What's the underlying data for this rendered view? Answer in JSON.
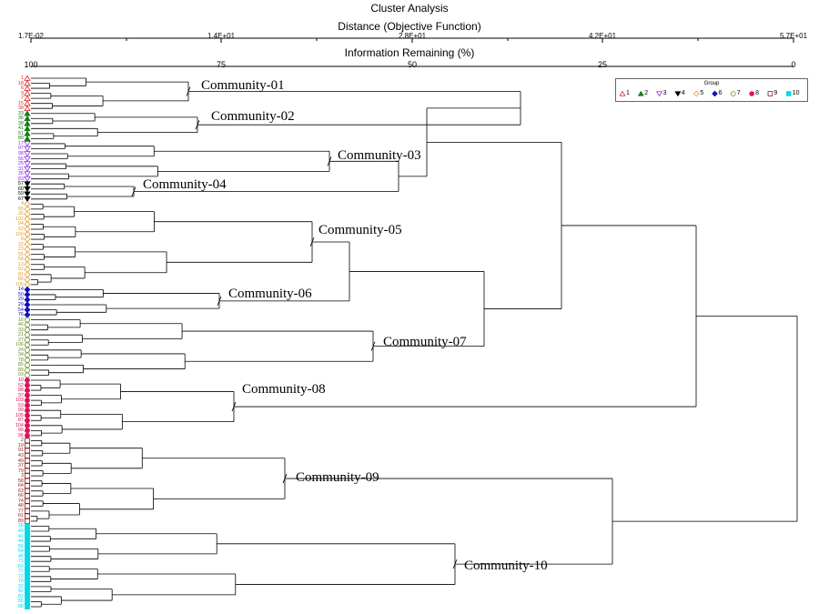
{
  "title": "Cluster Analysis",
  "distance_axis": {
    "label": "Distance (Objective Function)",
    "ticks": [
      "1.7E-02",
      "1.4E+01",
      "2.8E+01",
      "4.2E+01",
      "5.7E+01"
    ]
  },
  "info_axis": {
    "label": "Information Remaining (%)",
    "ticks": [
      "100",
      "75",
      "50",
      "25",
      "0"
    ]
  },
  "legend": {
    "title": "Group",
    "items": [
      {
        "label": "1",
        "symbol": "triangle-open-icon",
        "color": "#e02020"
      },
      {
        "label": "2",
        "symbol": "triangle-filled-icon",
        "color": "#1a7a1a"
      },
      {
        "label": "3",
        "symbol": "triangle-down-open-icon",
        "color": "#8a2be2"
      },
      {
        "label": "4",
        "symbol": "triangle-down-filled-icon",
        "color": "#000000"
      },
      {
        "label": "5",
        "symbol": "diamond-open-icon",
        "color": "#e0a030"
      },
      {
        "label": "6",
        "symbol": "diamond-filled-icon",
        "color": "#1010c0"
      },
      {
        "label": "7",
        "symbol": "circle-open-icon",
        "color": "#6b8e23"
      },
      {
        "label": "8",
        "symbol": "circle-filled-icon",
        "color": "#e0105a"
      },
      {
        "label": "9",
        "symbol": "square-open-icon",
        "color": "#8b1a1a"
      },
      {
        "label": "10",
        "symbol": "square-filled-icon",
        "color": "#00d8e8"
      }
    ]
  },
  "communities": [
    {
      "label": "Community-01"
    },
    {
      "label": "Community-02"
    },
    {
      "label": "Community-03"
    },
    {
      "label": "Community-04"
    },
    {
      "label": "Community-05"
    },
    {
      "label": "Community-06"
    },
    {
      "label": "Community-07"
    },
    {
      "label": "Community-08"
    },
    {
      "label": "Community-09"
    },
    {
      "label": "Community-10"
    }
  ],
  "leaf_groups": [
    {
      "group": 1,
      "labels": [
        "1",
        "18",
        "6",
        "9",
        "7",
        "15",
        "30"
      ]
    },
    {
      "group": 2,
      "labels": [
        "33",
        "36",
        "38",
        "41",
        "51",
        "80"
      ]
    },
    {
      "group": 3,
      "labels": [
        "17",
        "97",
        "98",
        "56",
        "25",
        "31",
        "35",
        "83"
      ]
    },
    {
      "group": 4,
      "labels": [
        "57",
        "60",
        "59",
        "67"
      ]
    },
    {
      "group": 5,
      "labels": [
        "4",
        "65",
        "26",
        "102",
        "94",
        "62",
        "100",
        "8",
        "22",
        "23",
        "55",
        "58",
        "13",
        "52",
        "81",
        "86",
        "105"
      ]
    },
    {
      "group": 6,
      "labels": [
        "14",
        "50",
        "20",
        "29",
        "54",
        "76"
      ]
    },
    {
      "group": 7,
      "labels": [
        "16",
        "46",
        "33",
        "21",
        "27",
        "106",
        "24",
        "34",
        "78",
        "85",
        "89",
        "93"
      ]
    },
    {
      "group": 8,
      "labels": [
        "10",
        "52",
        "88",
        "37",
        "103",
        "53",
        "99",
        "105",
        "87",
        "104",
        "90",
        "96"
      ]
    },
    {
      "group": 9,
      "labels": [
        "2",
        "19",
        "91",
        "43",
        "49",
        "37",
        "79",
        "3",
        "58",
        "64",
        "63",
        "66",
        "74",
        "48",
        "77",
        "61",
        "89"
      ]
    },
    {
      "group": 10,
      "labels": [
        "28",
        "40",
        "41",
        "44",
        "56",
        "64",
        "45",
        "71",
        "69",
        "72",
        "73",
        "70",
        "32",
        "42",
        "82",
        "55",
        "88"
      ]
    }
  ]
}
